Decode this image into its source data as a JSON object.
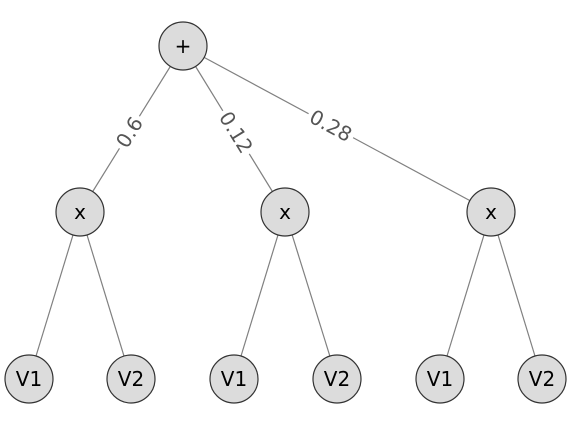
{
  "diagram": {
    "nodes": [
      {
        "id": "root",
        "label": "+"
      },
      {
        "id": "mul1",
        "label": "x"
      },
      {
        "id": "mul2",
        "label": "x"
      },
      {
        "id": "mul3",
        "label": "x"
      },
      {
        "id": "l1a",
        "label": "V1"
      },
      {
        "id": "l1b",
        "label": "V2"
      },
      {
        "id": "l2a",
        "label": "V1"
      },
      {
        "id": "l2b",
        "label": "V2"
      },
      {
        "id": "l3a",
        "label": "V1"
      },
      {
        "id": "l3b",
        "label": "V2"
      }
    ],
    "edges": [
      {
        "from": "root",
        "to": "mul1",
        "label": "0.6"
      },
      {
        "from": "root",
        "to": "mul2",
        "label": "0.12"
      },
      {
        "from": "root",
        "to": "mul3",
        "label": "0.28"
      },
      {
        "from": "mul1",
        "to": "l1a",
        "label": ""
      },
      {
        "from": "mul1",
        "to": "l1b",
        "label": ""
      },
      {
        "from": "mul2",
        "to": "l2a",
        "label": ""
      },
      {
        "from": "mul2",
        "to": "l2b",
        "label": ""
      },
      {
        "from": "mul3",
        "to": "l3a",
        "label": ""
      },
      {
        "from": "mul3",
        "to": "l3b",
        "label": ""
      }
    ],
    "colors": {
      "node_fill": "#dcdcdc",
      "node_stroke": "#333333",
      "edge": "#808080",
      "edge_label": "#555555"
    }
  }
}
